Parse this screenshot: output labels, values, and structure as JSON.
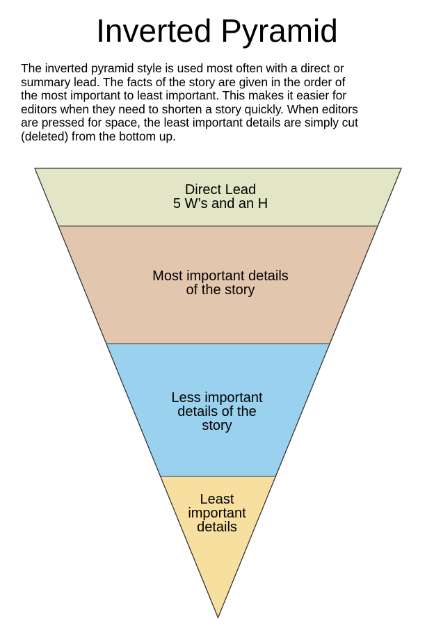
{
  "title": "Inverted Pyramid",
  "intro_lines": [
    "The inverted pyramid style is used most often with a direct or",
    "summary lead.  The facts of the story are given in the order of",
    "the most important to least important.  This makes it easier for",
    "editors when they need to shorten a story quickly.  When editors",
    "are pressed for space, the least important details are simply cut",
    "(deleted) from the bottom up."
  ],
  "tiers": [
    {
      "label_lines": [
        "Direct Lead",
        "5 W’s and an H"
      ],
      "color": "#E2E6C6"
    },
    {
      "label_lines": [
        "Most important details",
        "of the story"
      ],
      "color": "#E3C6AE"
    },
    {
      "label_lines": [
        "Less important",
        "details of the",
        "story"
      ],
      "color": "#99D1EE"
    },
    {
      "label_lines": [
        "Least",
        "important",
        "details"
      ],
      "color": "#F7DFA0"
    }
  ],
  "outline_color": "#333333"
}
